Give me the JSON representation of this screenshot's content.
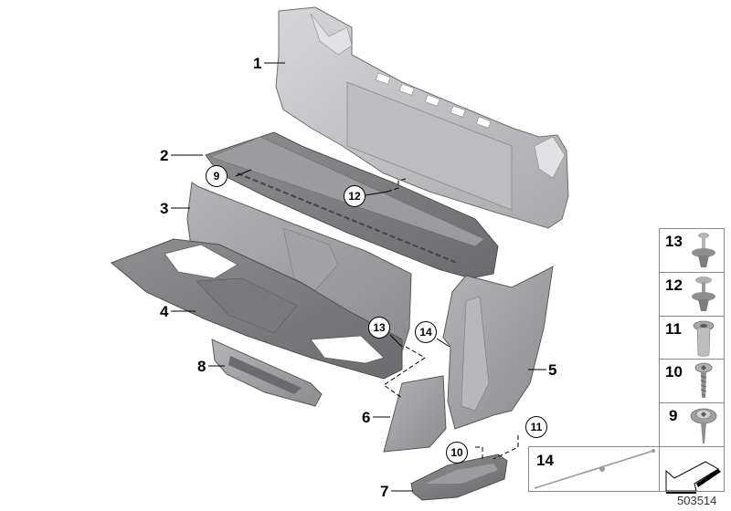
{
  "diagram": {
    "catalog_number": "503514",
    "part_labels": [
      {
        "id": "1",
        "text": "1"
      },
      {
        "id": "2",
        "text": "2"
      },
      {
        "id": "3",
        "text": "3"
      },
      {
        "id": "4",
        "text": "4"
      },
      {
        "id": "5",
        "text": "5"
      },
      {
        "id": "6",
        "text": "6"
      },
      {
        "id": "7",
        "text": "7"
      },
      {
        "id": "8",
        "text": "8"
      }
    ],
    "callouts": [
      {
        "id": "9",
        "text": "9"
      },
      {
        "id": "12",
        "text": "12"
      },
      {
        "id": "13",
        "text": "13"
      },
      {
        "id": "14",
        "text": "14"
      },
      {
        "id": "10",
        "text": "10"
      },
      {
        "id": "11",
        "text": "11"
      }
    ],
    "fastener_legend": [
      {
        "number": "13",
        "icon": "push-rivet-clip"
      },
      {
        "number": "12",
        "icon": "expanding-rivet-clip"
      },
      {
        "number": "11",
        "icon": "rivet-nut"
      },
      {
        "number": "10",
        "icon": "torx-screw"
      },
      {
        "number": "9",
        "icon": "torx-screw-washer"
      }
    ],
    "cable_box": {
      "number": "14",
      "icon": "cable-strap"
    },
    "direction_arrow": {
      "icon": "front-direction-arrow"
    },
    "colors": {
      "panel_light": "#c9c9cc",
      "panel_mid": "#a8a8ab",
      "panel_dark": "#7d7d80",
      "outline": "#555558",
      "border": "#8a8a8a"
    }
  }
}
